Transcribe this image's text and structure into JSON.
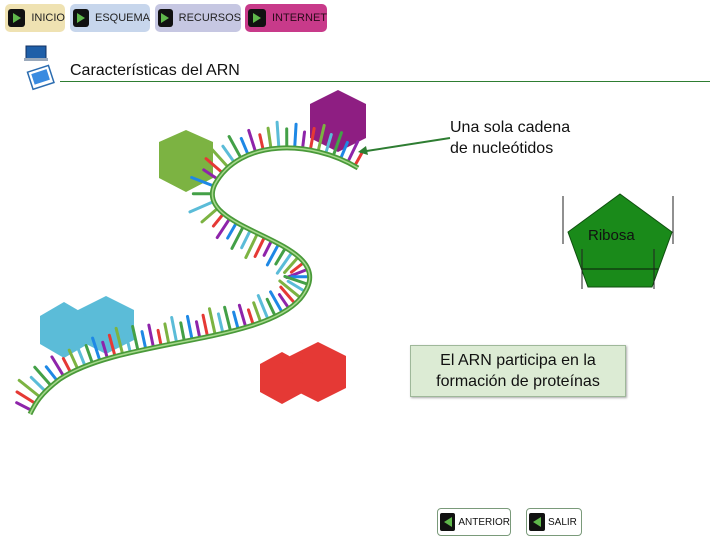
{
  "nav": {
    "items": [
      {
        "label": "INICIO"
      },
      {
        "label": "ESQUEMA"
      },
      {
        "label": "RECURSOS"
      },
      {
        "label": "INTERNET"
      }
    ]
  },
  "header": {
    "title": "Características del ARN"
  },
  "diagram": {
    "callout": [
      "Una sola cadena",
      "de nucleótidos"
    ],
    "ribose_label": "Ribosa",
    "info_box": [
      "El ARN participa en la",
      "formación de proteínas"
    ]
  },
  "footer": {
    "prev_label": "ANTERIOR",
    "exit_label": "SALIR"
  },
  "colors": {
    "accent_green": "#2e7d32",
    "hexagon_green": "#7cb342",
    "hexagon_purple": "#8e1e82",
    "hexagon_cyan": "#5bbcd8",
    "hexagon_red": "#e53935",
    "pentagon": "#1a8a1a"
  },
  "icons": {
    "nav": "play-icon",
    "header": "presentation-icon",
    "footer": "back-icon"
  }
}
